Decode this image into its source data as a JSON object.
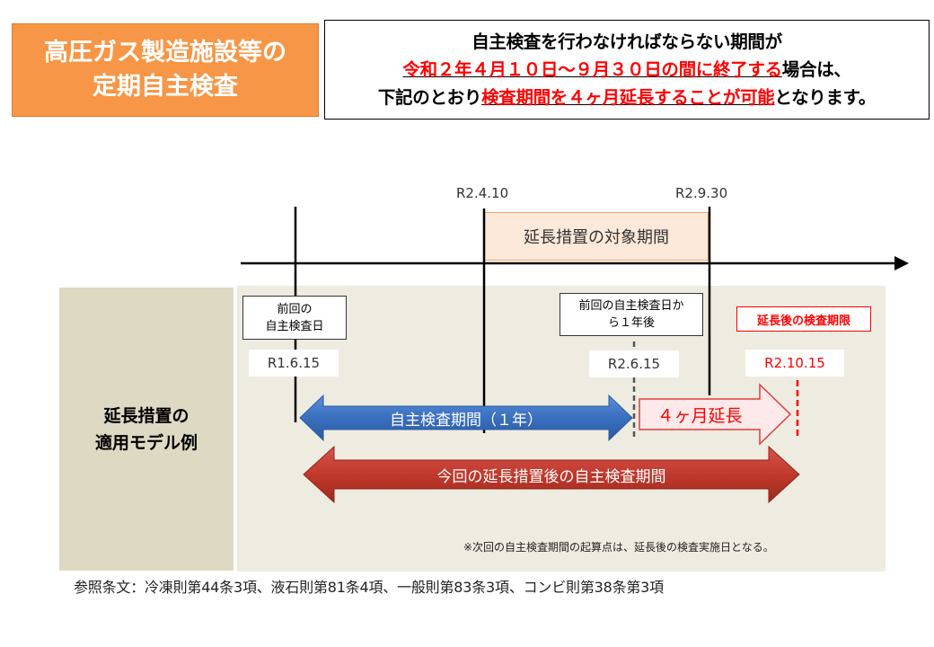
{
  "header": {
    "title_line1": "高圧ガス製造施設等の",
    "title_line2": "定期自主検査",
    "notice_line1": "自主検査を行わなければならない期間が",
    "notice_line2_red": "令和２年４月１０日～９月３０日の間に終了する",
    "notice_line2_rest": "場合は、",
    "notice_line3_pre": "下記のとおり",
    "notice_line3_red": "検査期間を４ヶ月延長することが可能",
    "notice_line3_post": "となります。"
  },
  "diagram": {
    "date_start": "R2.4.10",
    "date_end": "R2.9.30",
    "target_period": "延長措置の対象期間",
    "model_label_line1": "延長措置の",
    "model_label_line2": "適用モデル例",
    "prev_inspection_line1": "前回の",
    "prev_inspection_line2": "自主検査日",
    "prev_inspection_date": "R1.6.15",
    "one_year_line1": "前回の自主検査日か",
    "one_year_line2": "ら１年後",
    "one_year_date": "R2.6.15",
    "deadline_label": "延長後の検査期限",
    "deadline_date": "R2.10.15",
    "period_arrow": "自主検査期間（１年）",
    "extension_arrow": "４ヶ月延長",
    "new_period_arrow": "今回の延長措置後の自主検査期間",
    "note": "※次回の自主検査期間の起算点は、延長後の検査実施日となる。"
  },
  "footer": {
    "reference": "参照条文：冷凍則第44条3項、液石則第81条4項、一般則第83条3項、コンビ則第38条第3項"
  },
  "colors": {
    "title_bg": "#f79646",
    "emphasis_red": "#ff0000",
    "blue_arrow": "#3a6fbf",
    "red_arrow": "#c0392b",
    "panel_left": "#ddd9c3",
    "panel_right": "#eeece1"
  }
}
